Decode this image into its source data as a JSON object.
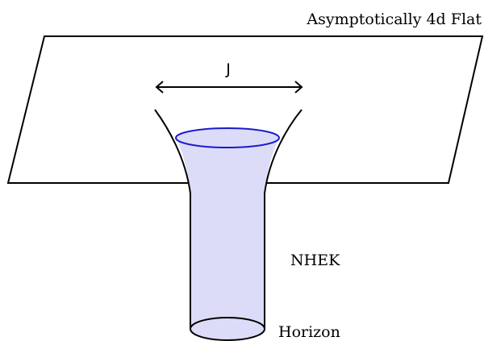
{
  "labels": {
    "top_right": "Asymptotically 4d Flat",
    "angular_momentum": "J",
    "throat_region": "NHEK",
    "bottom": "Horizon"
  },
  "colors": {
    "outline": "#000000",
    "throat_fill": "#dcdcf8",
    "throat_ring": "#1a1acc",
    "background": "#ffffff"
  }
}
